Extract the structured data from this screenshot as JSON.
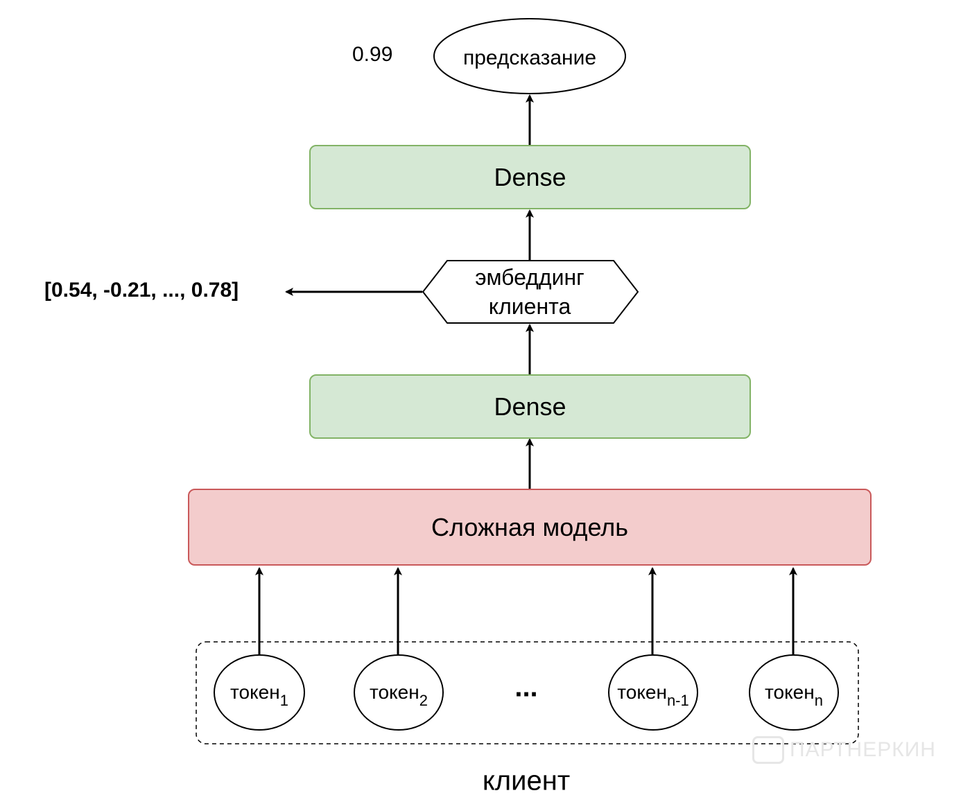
{
  "prediction_value": "0.99",
  "prediction_label": "предсказание",
  "dense_top": "Dense",
  "embedding": {
    "line1": "эмбеддинг",
    "line2": "клиента"
  },
  "embedding_vector": "[0.54, -0.21, ..., 0.78]",
  "dense_bottom": "Dense",
  "complex_model": "Сложная модель",
  "tokens": [
    {
      "base": "токен",
      "sub": "1"
    },
    {
      "base": "токен",
      "sub": "2"
    },
    {
      "base": "токен",
      "sub": "n-1"
    },
    {
      "base": "токен",
      "sub": "n"
    }
  ],
  "ellipsis": "...",
  "client_label": "клиент",
  "watermark": "ПАРТНЕРКИН"
}
